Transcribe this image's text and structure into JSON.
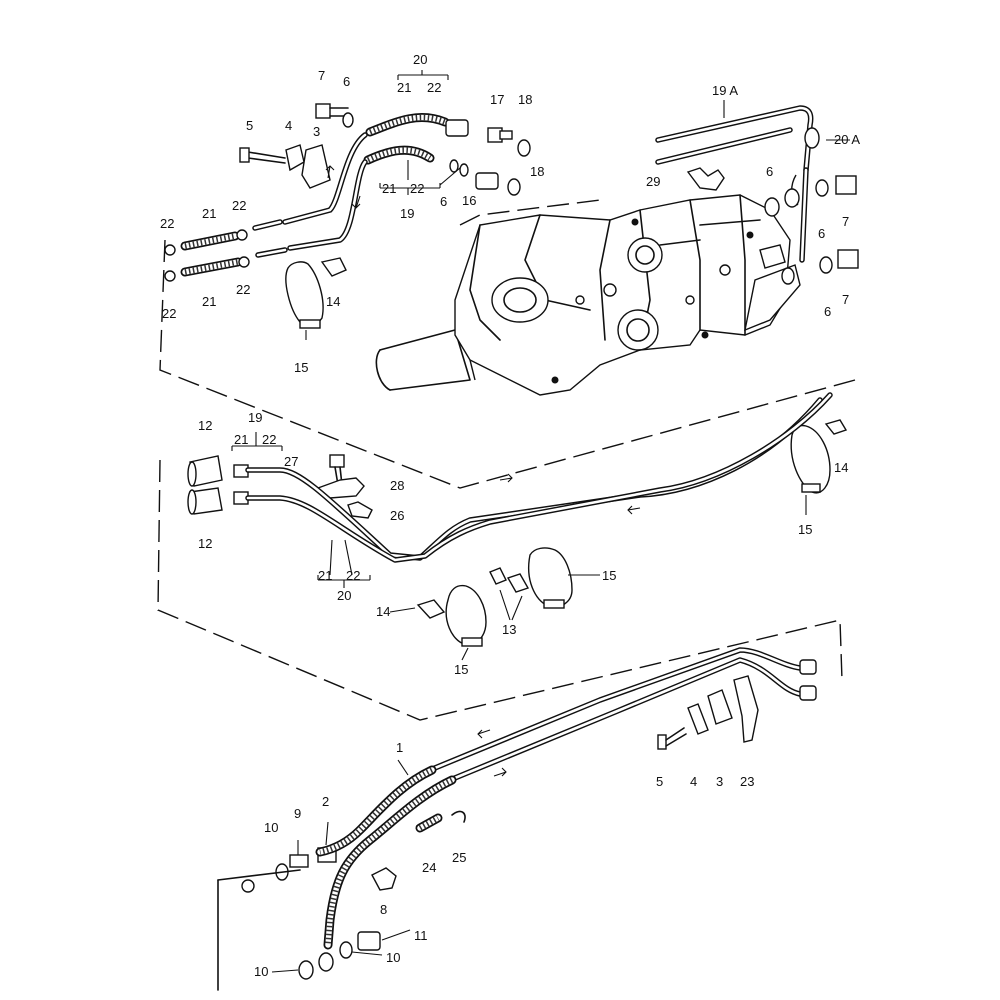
{
  "callouts": {
    "n1": "1",
    "n2": "2",
    "n3": "3",
    "n4": "4",
    "n5": "5",
    "n6": "6",
    "n7": "7",
    "n8": "8",
    "n9": "9",
    "n10": "10",
    "n11": "11",
    "n12": "12",
    "n13": "13",
    "n14": "14",
    "n15": "15",
    "n16": "16",
    "n17": "17",
    "n18": "18",
    "n19": "19",
    "n19a": "19 A",
    "n20": "20",
    "n20a": "20 A",
    "n21": "21",
    "n22": "22",
    "n23": "23",
    "n24": "24",
    "n25": "25",
    "n26": "26",
    "n27": "27",
    "n28": "28",
    "n29": "29"
  }
}
